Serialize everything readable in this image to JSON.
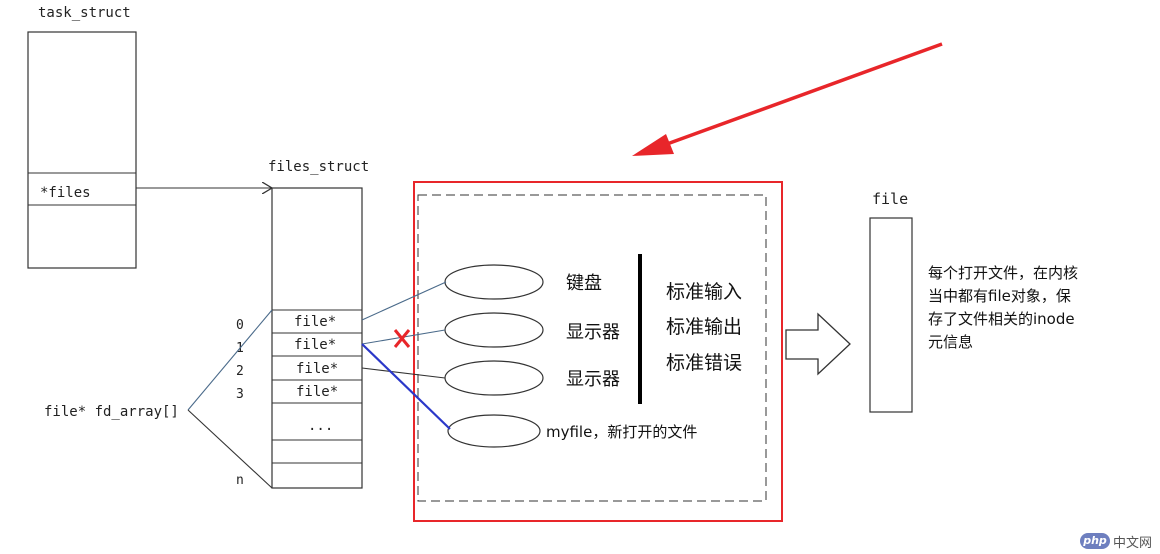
{
  "task_struct": {
    "title": "task_struct",
    "field": "*files"
  },
  "files_struct": {
    "title": "files_struct",
    "array_label": "file* fd_array[]",
    "indices": [
      "0",
      "1",
      "2",
      "3",
      "n"
    ],
    "entries": [
      "file*",
      "file*",
      "file*",
      "file*",
      "..."
    ]
  },
  "devices": {
    "keyboard": "键盘",
    "display_1": "显示器",
    "display_2": "显示器",
    "new_file": "myfile，新打开的文件"
  },
  "streams": {
    "stdin": "标准输入",
    "stdout": "标准输出",
    "stderr": "标准错误"
  },
  "file_object": {
    "title": "file",
    "note_lines": [
      "每个打开文件，在内核",
      "当中都有file对象，保",
      "存了文件相关的inode",
      "元信息"
    ]
  },
  "watermark": {
    "badge": "php",
    "site": "中文网"
  },
  "colors": {
    "highlight_box": "#e8262a",
    "arrow": "#e8262a",
    "cut_mark": "#e8262a",
    "new_link": "#2b38c9",
    "outline": "#333333",
    "connector": "#4a6a8a"
  }
}
